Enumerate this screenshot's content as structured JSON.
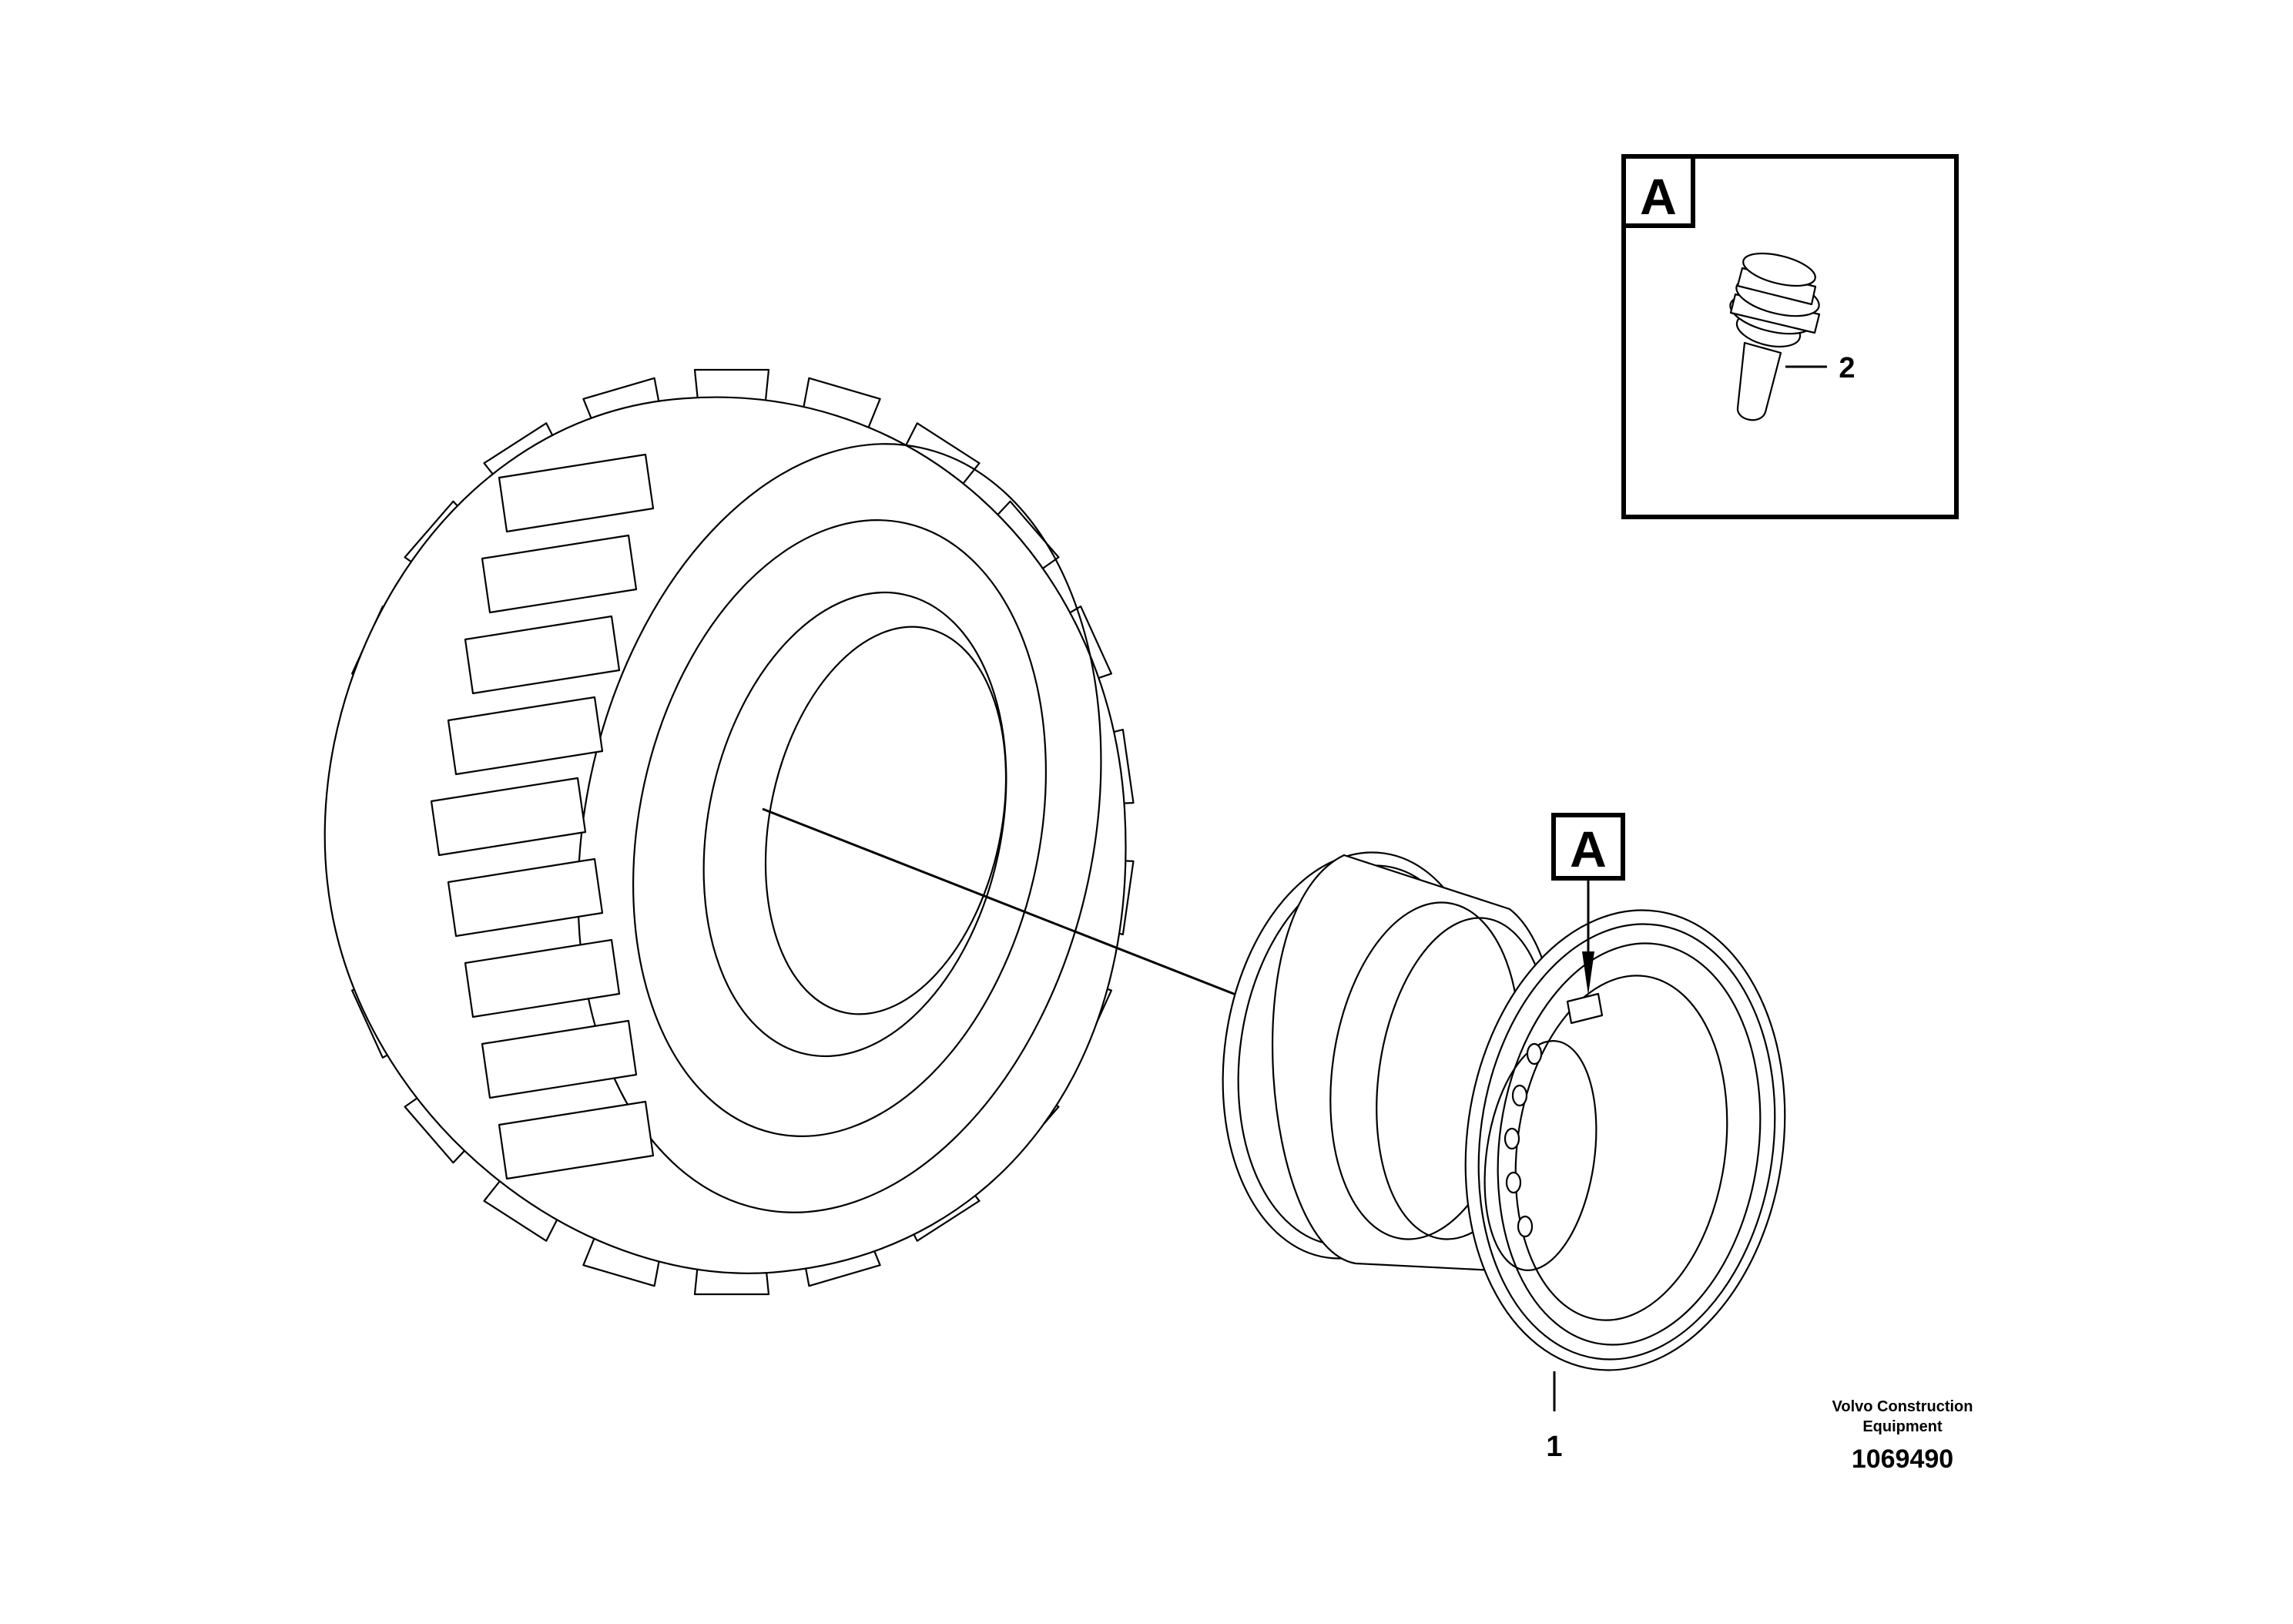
{
  "callouts": {
    "wheel_rim": "1",
    "valve": "2",
    "detail_flag": "A",
    "detail_box_label": "A"
  },
  "footer": {
    "company_line1": "Volvo Construction",
    "company_line2": "Equipment",
    "drawing_number": "1069490"
  }
}
